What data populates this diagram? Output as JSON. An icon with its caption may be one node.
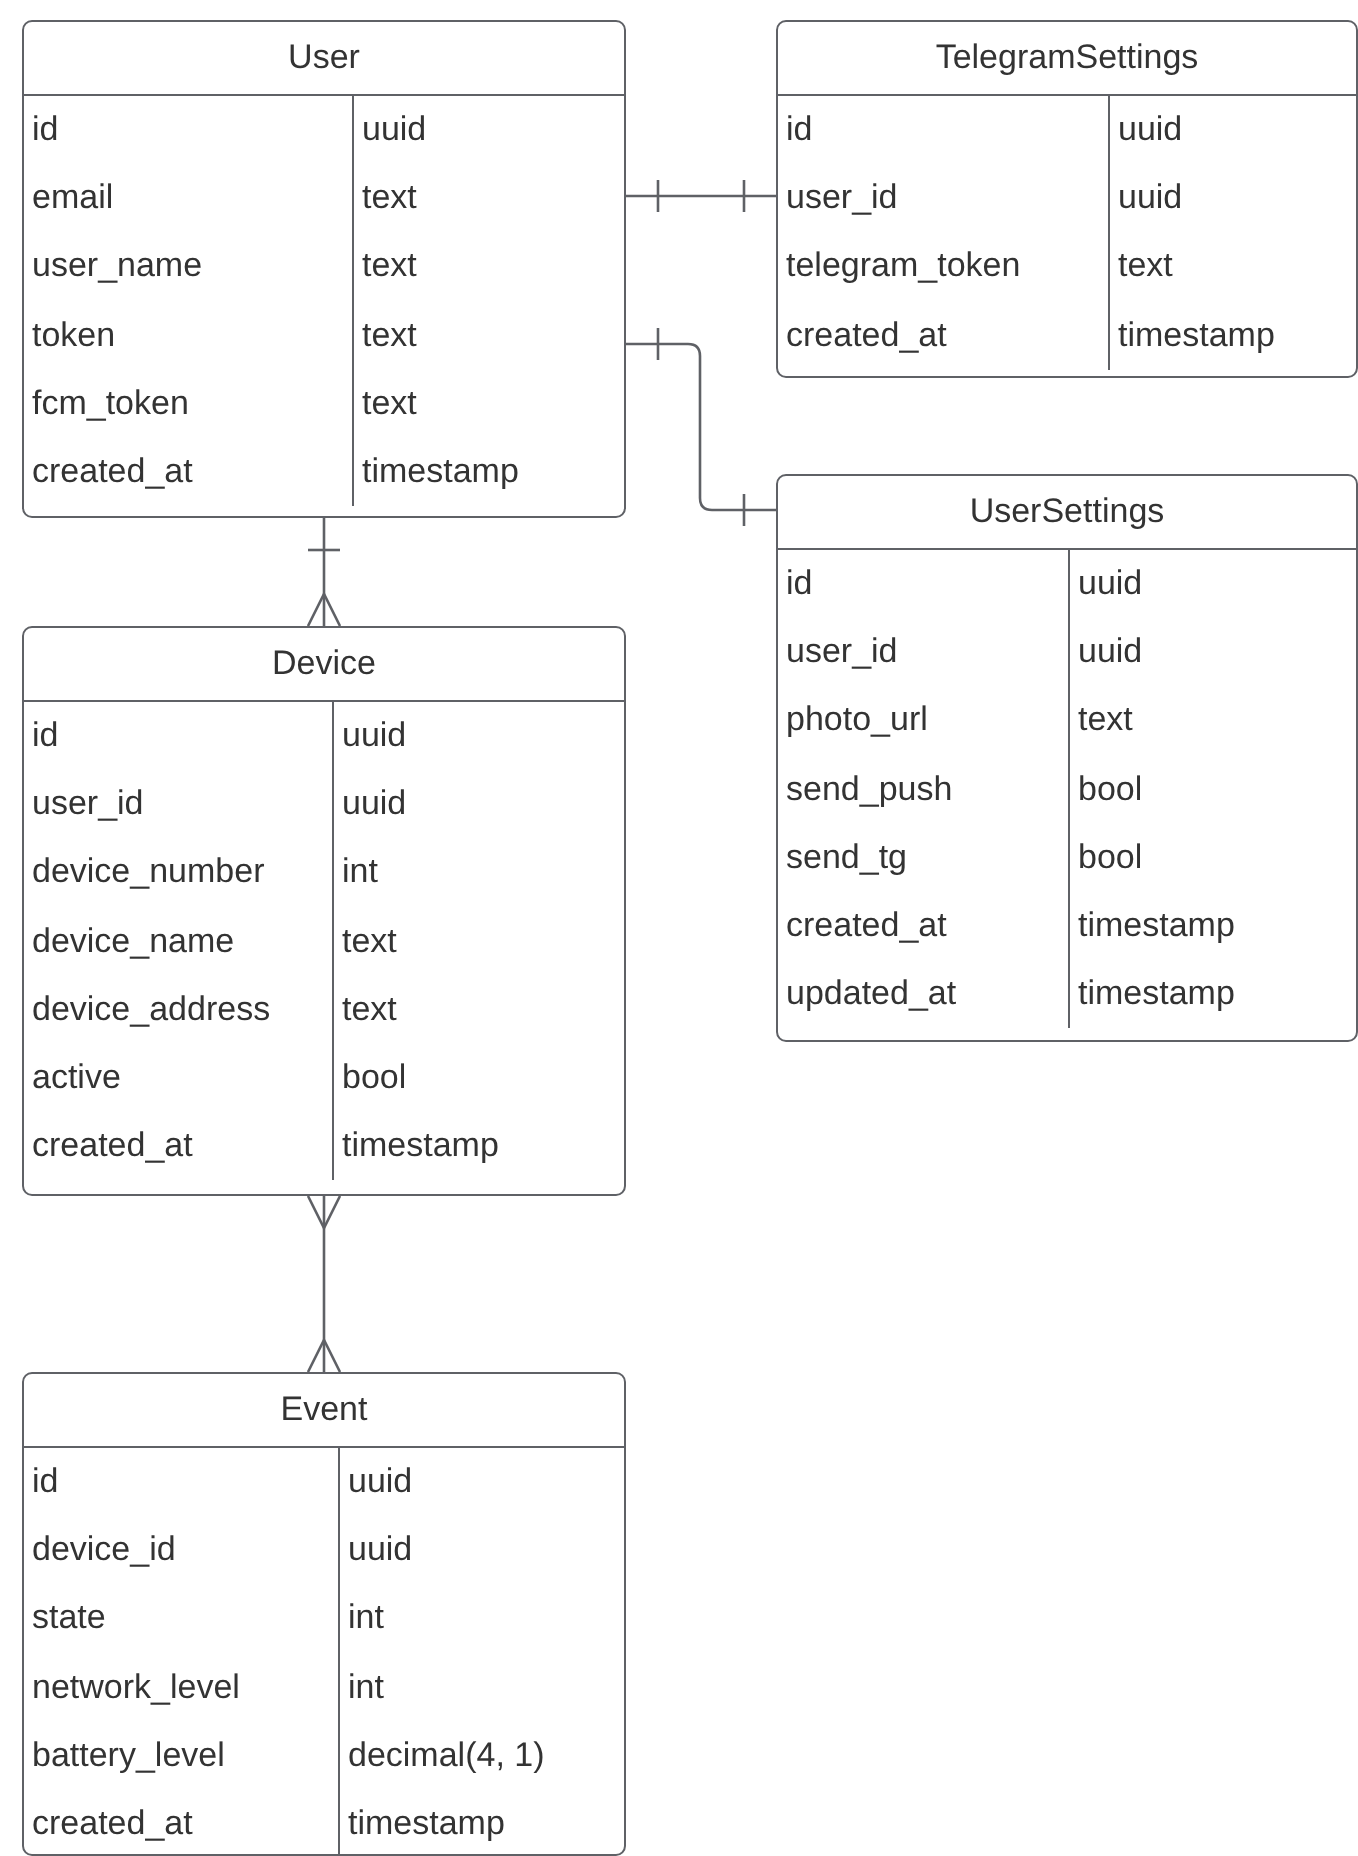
{
  "diagram": {
    "nodes": [
      {
        "text": [
          "User",
          "id",
          "uuid",
          "email",
          "text",
          "user_name",
          "text",
          "token",
          "text",
          "fcm_token",
          "text",
          "created_at",
          "timestamp"
        ]
      },
      {
        "text": [
          "TelegramSettings",
          "id",
          "uuid",
          "user_id",
          "uuid",
          "telegram_token",
          "text",
          "created_at",
          "timestamp"
        ]
      },
      {
        "text": [
          "UserSettings",
          "id",
          "uuid",
          "user_id",
          "uuid",
          "photo_url",
          "text",
          "send_push",
          "bool",
          "send_tg",
          "bool",
          "created_at",
          "timestamp",
          "updated_at",
          "timestamp"
        ]
      },
      {
        "text": [
          "Device",
          "id",
          "uuid",
          "user_id",
          "uuid",
          "device_number",
          "int",
          "device_name",
          "text",
          "device_address",
          "text",
          "active",
          "bool",
          "created_at",
          "timestamp"
        ]
      },
      {
        "text": [
          "Event",
          "id",
          "uuid",
          "device_id",
          "uuid",
          "state",
          "int",
          "network_level",
          "int",
          "battery_level",
          "decimal(4, 1)",
          "created_at",
          "timestamp"
        ]
      }
    ],
    "edges": [
      {
        "from": 0,
        "to": 1,
        "arrow": "other"
      },
      {
        "from": 0,
        "to": 2,
        "arrow": "other"
      },
      {
        "from": 0,
        "to": 3,
        "arrow": "other"
      },
      {
        "from": 3,
        "to": 4,
        "arrow": "other"
      }
    ]
  }
}
